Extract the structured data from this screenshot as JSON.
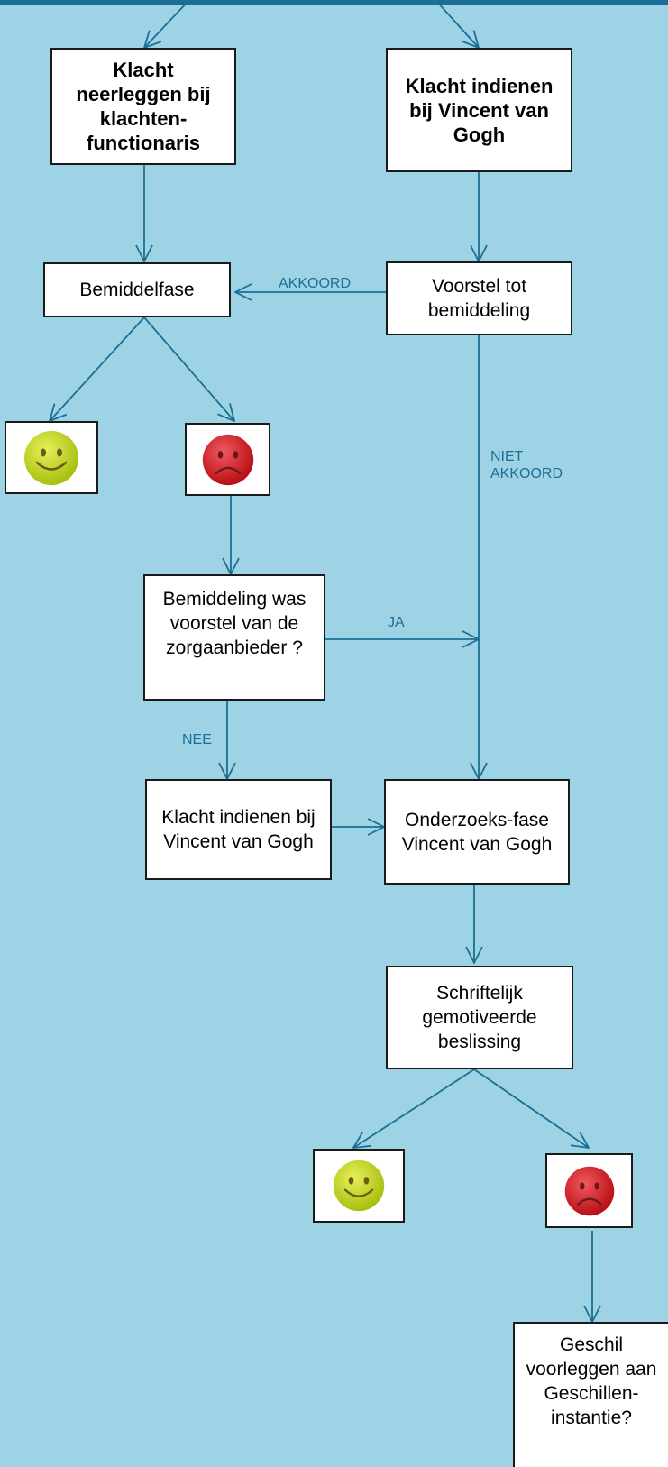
{
  "boxes": {
    "klacht_functionaris": "Klacht neerleggen bij klachten-functionaris",
    "klacht_vvg_top": "Klacht indienen bij Vincent van Gogh",
    "bemiddelfase": "Bemiddelfase",
    "voorstel": "Voorstel tot bemiddeling",
    "bemiddeling_vraag": "Bemiddeling was voorstel van de zorgaanbieder ?",
    "klacht_vvg_bottom": "Klacht indienen bij Vincent van Gogh",
    "onderzoeksfase": "Onderzoeks-fase Vincent van Gogh",
    "beslissing": "Schriftelijk gemotiveerde beslissing",
    "geschil": "Geschil voorleggen aan Geschillen-instantie?"
  },
  "labels": {
    "akkoord": "AKKOORD",
    "niet_akkoord_1": "NIET",
    "niet_akkoord_2": "AKKOORD",
    "ja": "JA",
    "nee": "NEE"
  },
  "outcomes": [
    "happy",
    "sad",
    "happy",
    "sad"
  ],
  "colors": {
    "background": "#9dd3e5",
    "arrow": "#1b6f94",
    "label": "#1b6f94",
    "happy_face": "#b8cc1a",
    "sad_face": "#d21f26"
  }
}
